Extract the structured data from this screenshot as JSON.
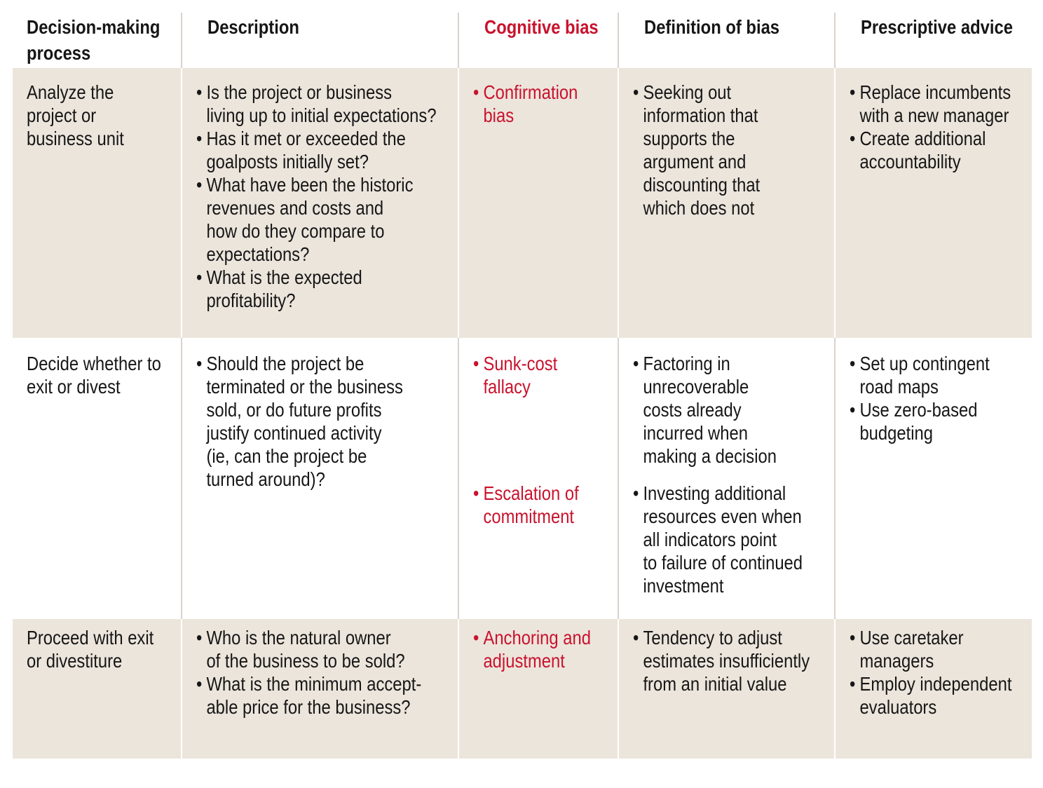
{
  "colors": {
    "accent_red": "#c9122d",
    "row_beige": "#ece5dc",
    "divider_gray": "#d8d3cc",
    "text_black": "#161616"
  },
  "table": {
    "headers": {
      "process": "Decision-making\nprocess",
      "description": "Description",
      "bias": "Cognitive bias",
      "definition": "Definition of bias",
      "advice": "Prescriptive advice"
    },
    "rows": [
      {
        "process": "Analyze the\nproject or\nbusiness unit",
        "description": [
          "Is the project or business\nliving up to initial expectations?",
          "Has it met or exceeded the\ngoalposts initially set?",
          "What have been the historic\nrevenues and costs and\nhow do they compare to\nexpectations?",
          "What is the expected\nprofitability?"
        ],
        "biases": [
          "Confirmation\nbias"
        ],
        "definitions": [
          "Seeking out\ninformation that\nsupports the\nargument and\ndiscounting that\nwhich does not"
        ],
        "advice": [
          "Replace incumbents\nwith a new manager",
          "Create additional\naccountability"
        ]
      },
      {
        "process": "Decide whether to\nexit or divest",
        "description": [
          "Should the project be\nterminated or the business\nsold, or do future profits\njustify continued activity\n(ie, can the project be\nturned around)?"
        ],
        "biases": [
          "Sunk-cost\nfallacy",
          "Escalation of\ncommitment"
        ],
        "definitions": [
          "Factoring in\nunrecoverable\ncosts already\nincurred when\nmaking a decision",
          "Investing additional\nresources even when\nall indicators point\nto failure of continued\ninvestment"
        ],
        "advice": [
          "Set up contingent\nroad maps",
          "Use zero-based\nbudgeting"
        ]
      },
      {
        "process": "Proceed with exit\nor divestiture",
        "description": [
          "Who is the natural owner\nof the business to be sold?",
          "What is the minimum accept-\nable price for the business?"
        ],
        "biases": [
          "Anchoring and\nadjustment"
        ],
        "definitions": [
          "Tendency to adjust\nestimates insufficiently\nfrom an initial value"
        ],
        "advice": [
          "Use caretaker\nmanagers",
          "Employ independent\nevaluators"
        ]
      }
    ]
  }
}
